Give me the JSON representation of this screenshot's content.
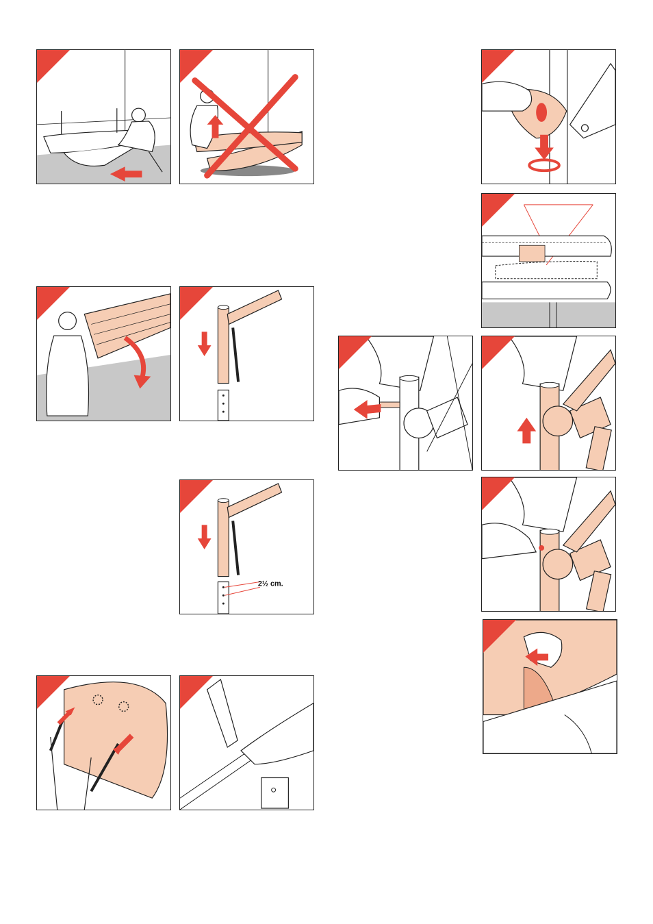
{
  "colors": {
    "accent": "#e6463a",
    "peach": "#f6cdb4",
    "floor": "#c8c8c8",
    "line": "#222222"
  },
  "panels": [
    {
      "id": "p1",
      "name": "panel-slide-bed-out",
      "arrow": "left-arrow"
    },
    {
      "id": "p2",
      "name": "panel-do-not-lift",
      "arrow": "up-arrow",
      "mark": "red-cross-icon"
    },
    {
      "id": "p3",
      "name": "panel-tilt-canopy",
      "arrow": "curved-arrow"
    },
    {
      "id": "p4",
      "name": "panel-lower-column",
      "arrow": "down-arrow"
    },
    {
      "id": "p5",
      "name": "panel-lower-column-measure",
      "arrow": "down-arrow",
      "measure_label": "2½ cm."
    },
    {
      "id": "p6",
      "name": "panel-canopy-screws",
      "arrow": "diagonal-arrows"
    },
    {
      "id": "p7",
      "name": "panel-loosen-bracket"
    },
    {
      "id": "p8",
      "name": "panel-remove-ring",
      "arrow": "down-arrow"
    },
    {
      "id": "p9",
      "name": "panel-canopy-position"
    },
    {
      "id": "p10",
      "name": "panel-pull-pin",
      "arrow": "left-arrow"
    },
    {
      "id": "p11",
      "name": "panel-raise-column",
      "arrow": "up-arrow"
    },
    {
      "id": "p12",
      "name": "panel-insert-pin"
    },
    {
      "id": "p13",
      "name": "panel-fold-cover",
      "arrow": "up-arrow"
    }
  ]
}
